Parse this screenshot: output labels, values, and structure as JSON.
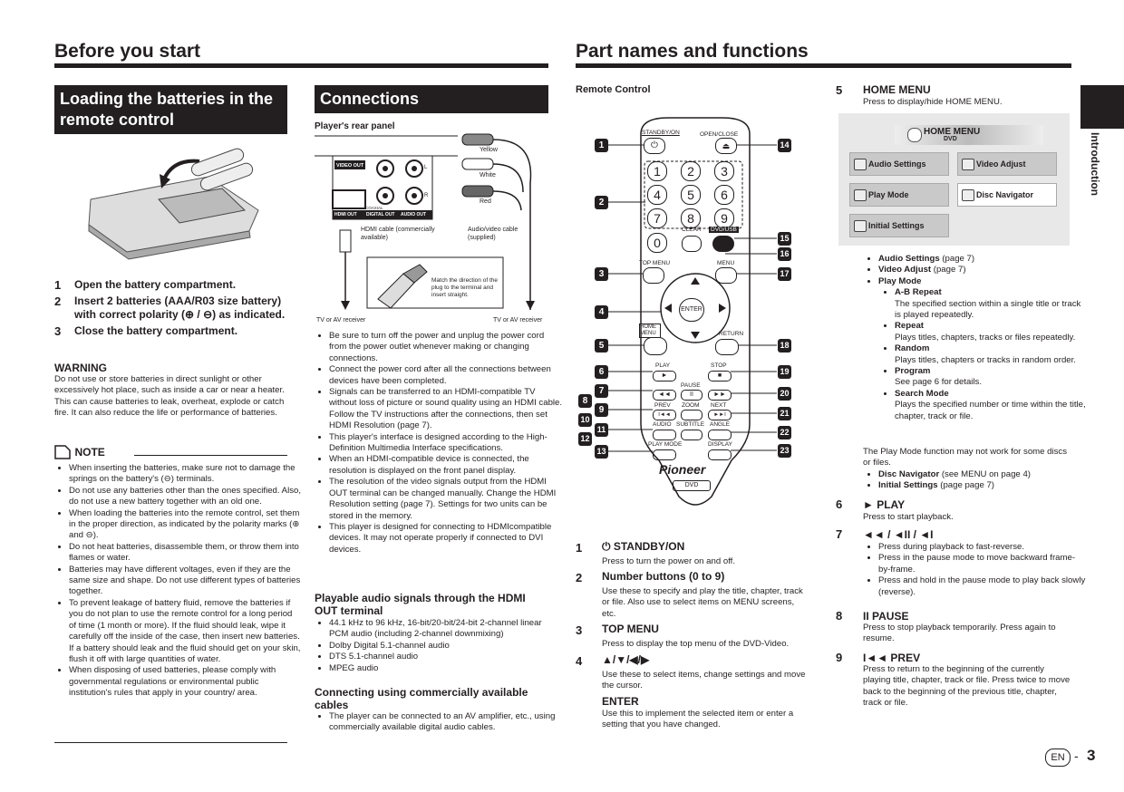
{
  "left_page": {
    "title": "Before you start",
    "batteries": {
      "title_line1": "Loading the batteries in the",
      "title_line2": "remote control",
      "steps": [
        {
          "n": "1",
          "text": "Open the battery compartment."
        },
        {
          "n": "2",
          "text": "Insert 2 batteries (AAA/R03 size battery) with correct polarity (⊕ / ⊖) as indicated."
        },
        {
          "n": "3",
          "text": "Close the battery compartment."
        }
      ],
      "warning_title": "WARNING",
      "warning_text": "Do not use or store batteries in direct sunlight or other excessively hot place, such as inside a car or near a heater. This can cause batteries to leak, overheat, explode or catch fire. It can also reduce the life or performance of batteries.",
      "note_title": "NOTE",
      "notes": [
        "When inserting the batteries, make sure not to damage the springs on the battery's (⊖) terminals.",
        "Do not use any batteries other than the ones specified. Also, do not use a new battery together with an old one.",
        "When loading the batteries into the remote control, set them in the proper direction, as indicated by the polarity marks (⊕ and ⊖).",
        "Do not heat batteries, disassemble them, or throw them into flames or water.",
        "Batteries may have different voltages, even if they are the same size and shape. Do not use different types of batteries together.",
        "To prevent leakage of battery fluid, remove the batteries if you do not plan to use the remote control for a long period of time (1 month or more). If the fluid should leak, wipe it carefully off the inside of the case, then insert new batteries. If a battery should leak and the fluid should get on your skin, flush it off with large quantities of water.",
        "When disposing of used batteries, please comply with governmental regulations or environmental public institution's rules that apply in your country/ area."
      ]
    },
    "connections": {
      "title": "Connections",
      "rear_panel": "Player's rear panel",
      "diagram": {
        "video_out": "VIDEO OUT",
        "hdmi_out": "HDMI OUT",
        "coaxial": "COAXIAL",
        "digital_out": "DIGITAL OUT",
        "audio_out": "AUDIO OUT",
        "l": "L",
        "r": "R",
        "yellow": "Yellow",
        "white": "White",
        "red": "Red",
        "hdmi_cable": "HDMI cable (commercially available)",
        "av_cable": "Audio/video cable (supplied)",
        "match": "Match the direction of the plug to the terminal and insert straight.",
        "tv_left": "TV or AV receiver",
        "tv_right": "TV or AV receiver"
      },
      "bullets": [
        "Be sure to turn off the power and unplug the power cord from the power outlet whenever making or changing connections.",
        "Connect the power cord after all the connections between devices have been completed.",
        "Signals can be transferred to an HDMI-compatible TV without loss of picture or sound quality using an HDMI cable. Follow the TV instructions after the connections, then set HDMI Resolution (page 7).",
        "This player's interface is designed according to the High-Definition Multimedia Interface specifications.",
        "When an HDMI-compatible device is connected, the resolution is displayed on the front panel display.",
        "The resolution of the video signals output from the HDMI OUT terminal can be changed manually. Change the HDMI Resolution setting (page 7). Settings for two units can be stored in the memory.",
        "This player is designed for connecting to HDMIcompatible devices. It may not operate properly if connected to DVI devices."
      ],
      "playable_title": "Playable audio signals through the HDMI OUT terminal",
      "playable": [
        "44.1 kHz to 96 kHz, 16-bit/20-bit/24-bit 2-channel linear PCM audio (including 2-channel downmixing)",
        "Dolby Digital 5.1-channel audio",
        "DTS 5.1-channel audio",
        "MPEG audio"
      ],
      "connecting_title": "Connecting using commercially available cables",
      "connecting": [
        "The player can be connected to an AV amplifier, etc., using commercially available digital audio cables."
      ]
    }
  },
  "right_page": {
    "title": "Part names and functions",
    "remote_title": "Remote Control",
    "side_tab": "Introduction",
    "remote": {
      "standby": "STANDBY/ON",
      "open_close": "OPEN/CLOSE",
      "digits": [
        "1",
        "2",
        "3",
        "4",
        "5",
        "6",
        "7",
        "8",
        "9",
        "0"
      ],
      "clear": "CLEAR",
      "dvd_usb": "DVD/USB",
      "top_menu": "TOP MENU",
      "menu": "MENU",
      "enter": "ENTER",
      "home_menu": "HOME MENU",
      "return": "RETURN",
      "play": "PLAY",
      "stop": "STOP",
      "pause": "PAUSE",
      "prev": "PREV",
      "zoom": "ZOOM",
      "next": "NEXT",
      "audio": "AUDIO",
      "subtitle": "SUBTITLE",
      "angle": "ANGLE",
      "play_mode": "PLAY MODE",
      "display": "DISPLAY",
      "brand": "Pioneer",
      "dvd": "DVD",
      "callouts_left": [
        "1",
        "2",
        "3",
        "4",
        "5",
        "6",
        "7",
        "8",
        "9",
        "10",
        "11",
        "12",
        "13"
      ],
      "callouts_right": [
        "14",
        "15",
        "16",
        "17",
        "18",
        "19",
        "20",
        "21",
        "22",
        "23"
      ]
    },
    "col1_items": [
      {
        "n": "1",
        "title": "STANDBY/ON",
        "text": "Press to turn the power on and off."
      },
      {
        "n": "2",
        "title": "Number buttons (0 to 9)",
        "text": "Use these to specify and play the title, chapter, track or file. Also use to select items on MENU screens, etc."
      },
      {
        "n": "3",
        "title": "TOP MENU",
        "text": "Press to display the top menu of the DVD-Video."
      },
      {
        "n": "4",
        "title": "▲/▼/◀/▶",
        "text": "Use these to select items, change settings and move the cursor."
      }
    ],
    "enter_title": "ENTER",
    "enter_text": "Use this to implement the selected item or enter a setting that you have changed.",
    "home_menu_item": {
      "n": "5",
      "title": "HOME MENU",
      "text": "Press to display/hide HOME MENU."
    },
    "home_screen": {
      "title": "HOME MENU",
      "sub": "DVD",
      "buttons": [
        "Audio Settings",
        "Video Adjust",
        "Play Mode",
        "Disc Navigator",
        "Initial Settings"
      ]
    },
    "home_list": [
      {
        "label": "Audio Settings",
        "suffix": " (page 7)"
      },
      {
        "label": "Video Adjust",
        "suffix": " (page 7)"
      },
      {
        "label": "Play Mode",
        "suffix": ""
      }
    ],
    "play_mode_sub": [
      {
        "label": "A-B Repeat",
        "text": "The specified section within a single title or track is played repeatedly."
      },
      {
        "label": "Repeat",
        "text": "Plays titles, chapters, tracks or files repeatedly."
      },
      {
        "label": "Random",
        "text": "Plays titles, chapters or tracks in random order."
      },
      {
        "label": "Program",
        "text": "See page 6 for details."
      },
      {
        "label": "Search Mode",
        "text": "Plays the specified number or time within the title, chapter, track or file."
      }
    ],
    "play_mode_note": "The Play Mode function may not work for some discs or files.",
    "home_list2": [
      {
        "label": "Disc Navigator",
        "suffix": " (see MENU on page 4)"
      },
      {
        "label": "Initial Settings",
        "suffix": " (page page 7)"
      }
    ],
    "col2_items": [
      {
        "n": "6",
        "title": "► PLAY",
        "lines": [
          "Press to start playback."
        ]
      },
      {
        "n": "7",
        "title": "◄◄ / ◄II / ◄I",
        "bullets": [
          "Press during playback to fast-reverse.",
          "Press in the pause mode to move backward frame-by-frame.",
          "Press and hold in the pause mode to play back slowly (reverse)."
        ]
      },
      {
        "n": "8",
        "title": "II PAUSE",
        "lines": [
          "Press to stop playback temporarily. Press again to resume."
        ]
      },
      {
        "n": "9",
        "title": "I◄◄ PREV",
        "lines": [
          "Press to return to the beginning of the currently playing title, chapter, track or file. Press twice to move back to the beginning of the previous title, chapter, track or file."
        ]
      }
    ],
    "footer": {
      "lang": "EN",
      "page": "3"
    }
  }
}
